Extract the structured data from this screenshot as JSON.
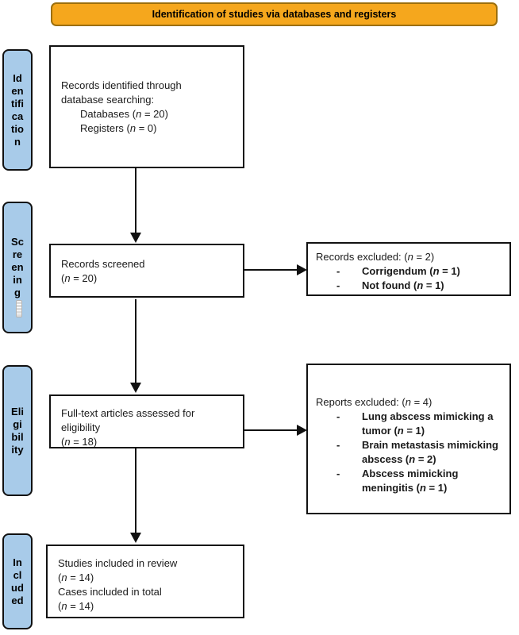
{
  "banner": {
    "label": "Identification of studies via databases and registers"
  },
  "colors": {
    "banner_fill": "#f5a71d",
    "banner_border": "#9c6f0d",
    "stage_fill": "#a8cbe9",
    "box_border": "#111111",
    "text": "#1a1a1a"
  },
  "stages": [
    {
      "label": "Identification",
      "wrapped": [
        "Id",
        "en",
        "tifi",
        "ca",
        "tio",
        "n"
      ]
    },
    {
      "label": "Screening",
      "wrapped": [
        "Sc",
        "re",
        "en",
        "in",
        "g"
      ]
    },
    {
      "label": "Eligibility",
      "wrapped": [
        "Eli",
        "gi",
        "bil",
        "ity"
      ]
    },
    {
      "label": "Included",
      "wrapped": [
        "In",
        "cl",
        "ud",
        "ed"
      ]
    }
  ],
  "boxes": {
    "identified": {
      "lines": [
        {
          "text": "Records identified through"
        },
        {
          "text": "database searching:"
        },
        {
          "text": "Databases (*n* = 20)",
          "indent": true
        },
        {
          "text": "Registers (*n* = 0)",
          "indent": true
        }
      ]
    },
    "screened": {
      "lines": [
        {
          "text": "Records screened"
        },
        {
          "text": "(*n* = 20)"
        }
      ]
    },
    "fulltext": {
      "lines": [
        {
          "text": "Full-text articles assessed for"
        },
        {
          "text": "eligibility"
        },
        {
          "text": "(*n* = 18)"
        }
      ]
    },
    "included": {
      "lines": [
        {
          "text": "Studies included in review"
        },
        {
          "text": "(*n* = 14)"
        },
        {
          "text": "Cases included in total"
        },
        {
          "text": "(*n* = 14)"
        }
      ]
    },
    "records_excluded": {
      "header": "Records excluded: (*n* = 2)",
      "bullet": "-",
      "items": [
        "Corrigendum (*n* = 1)",
        "Not found (*n* = 1)"
      ]
    },
    "reports_excluded": {
      "header": "Reports excluded: (*n* = 4)",
      "bullet": "-",
      "items": [
        "Lung abscess mimicking a tumor (*n* = 1)",
        "Brain metastasis mimicking abscess (*n* = 2)",
        "Abscess mimicking meningitis (*n* = 1)"
      ]
    }
  }
}
